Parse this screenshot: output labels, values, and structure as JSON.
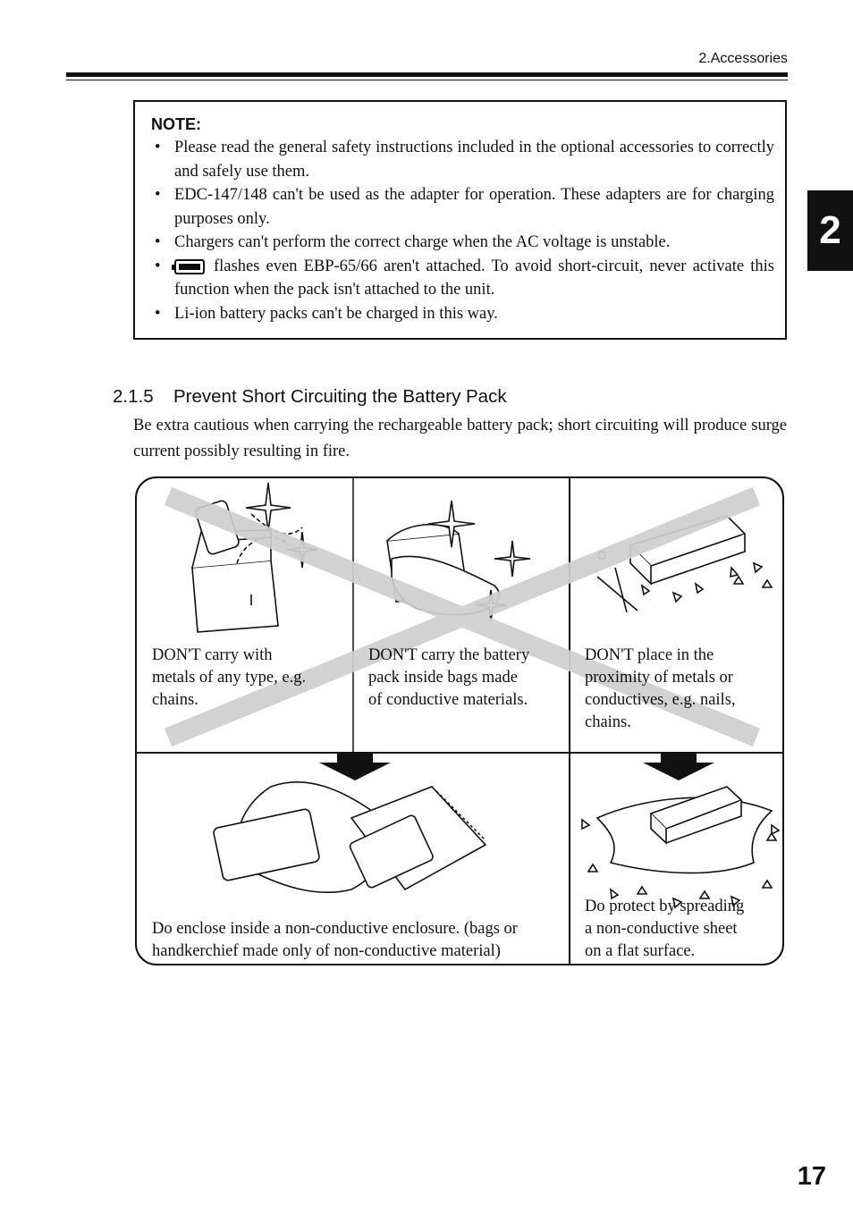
{
  "header": {
    "section": "2.Accessories"
  },
  "chapter_tab": "2",
  "note": {
    "title": "NOTE:",
    "items": [
      "Please read the general safety instructions included in the optional accessories to correctly and safely use them.",
      "EDC-147/148 can't be used as the adapter for operation. These adapters are for charging purposes only.",
      "Chargers can't perform the correct charge when the AC voltage is unstable.",
      "flashes even EBP-65/66 aren't attached.  To avoid short-circuit, never activate this function when the pack isn't attached to the unit.",
      "Li-ion battery packs can't be charged in this way."
    ],
    "battery_icon": "battery-full-icon"
  },
  "section": {
    "number": "2.1.5",
    "title": "Prevent Short Circuiting the Battery Pack",
    "body": "Be extra cautious when carrying the rechargeable battery pack; short circuiting will produce surge current possibly resulting in fire."
  },
  "figure": {
    "dont_captions": [
      "DON'T carry with\nmetals of any type, e.g.\nchains.",
      "DON'T carry the battery\npack inside bags made\nof conductive materials.",
      "DON'T place in the\nproximity of metals or\nconductives, e.g. nails,\nchains."
    ],
    "do_captions": [
      "Do enclose inside a non-conductive enclosure. (bags or\nhandkerchief made only of non-conductive material)",
      "Do protect by spreading\na non-conductive sheet\non a flat surface."
    ],
    "cross_color": "#cfcfcf"
  },
  "page_number": "17"
}
